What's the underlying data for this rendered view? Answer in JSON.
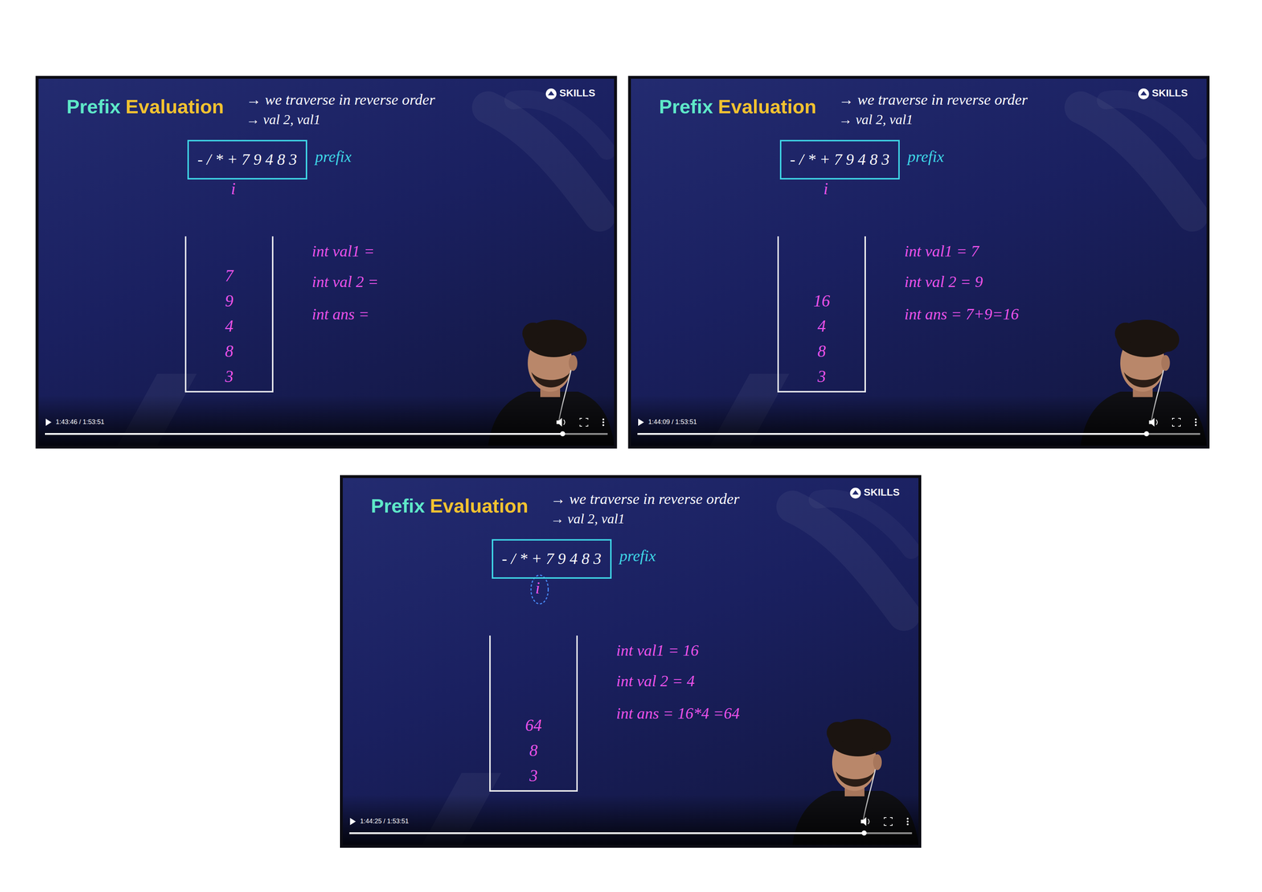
{
  "diagram": {
    "nodes": [
      {
        "text": [
          "Prefix",
          "Evaluation",
          "→ we traverse in reverse order",
          "→ val 2, val1",
          "i",
          "int val1 =",
          "int val 2 =",
          "int ans =",
          "SKILLS",
          "1:43:46 / 1:53:51"
        ]
      },
      {
        "text": [
          "- / * + 7 9 4 8 3"
        ],
        "in": 0
      },
      {
        "text": [
          "7",
          "9",
          "4",
          "8",
          "3"
        ],
        "in": 0
      },
      {
        "text": [
          "Prefix",
          "Evaluation",
          "→ we traverse in reverse order",
          "→ val 2, val1",
          "i",
          "int val1 = 7",
          "int val 2 = 9",
          "int ans = 7+9=16",
          "SKILLS",
          "1:44:09 / 1:53:51"
        ]
      },
      {
        "text": [
          "- / * + 7 9 4 8 3"
        ],
        "in": 3
      },
      {
        "text": [
          "16",
          "4",
          "8",
          "3"
        ],
        "in": 3
      },
      {
        "text": [
          "Prefix",
          "Evaluation",
          "→ we traverse in reverse order",
          "→ val 2, val1",
          "i",
          "int val1 = 16",
          "int val 2 = 4",
          "int ans = 16*4 =64",
          "SKILLS",
          "1:44:25 / 1:53:51"
        ]
      },
      {
        "text": [
          "- / * + 7 9 4 8 3"
        ],
        "in": 6
      },
      {
        "text": [
          "64",
          "8",
          "3"
        ],
        "in": 6
      }
    ],
    "labels": [
      "prefix",
      "prefix",
      "prefix"
    ]
  }
}
